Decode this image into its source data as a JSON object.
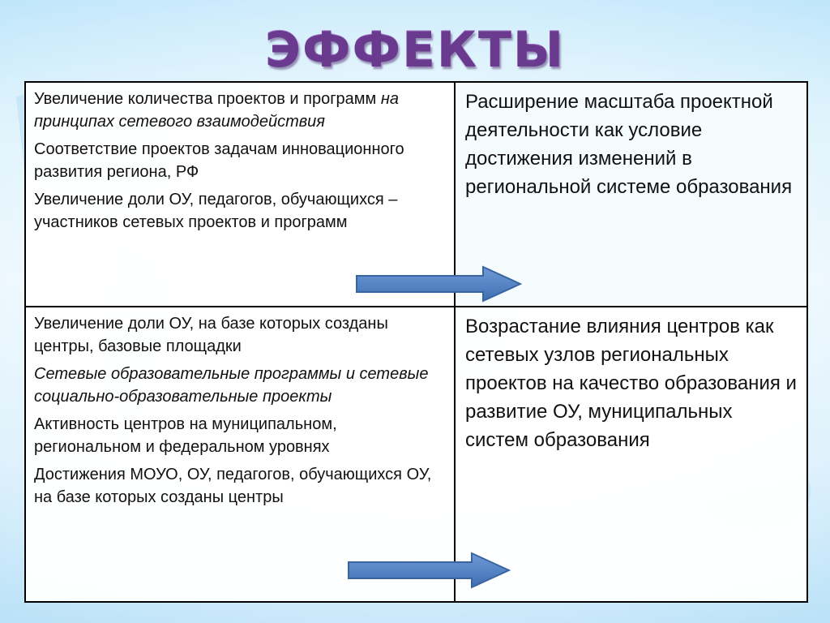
{
  "slide": {
    "title": "ЭФФЕКТЫ"
  },
  "rows": [
    {
      "items": [
        {
          "text": "Увеличение количества проектов и программ ",
          "italic": "на принципах сетевого взаимодействия"
        },
        {
          "text": "Соответствие проектов задачам инновационного развития региона, РФ"
        },
        {
          "text": "Увеличение доли ОУ, педагогов, обучающихся – участников сетевых проектов и программ"
        }
      ],
      "effect": "Расширение масштаба проектной деятельности как условие достижения изменений в региональной системе образования"
    },
    {
      "items": [
        {
          "text": "Увеличение доли ОУ, на базе которых созданы центры, базовые площадки"
        },
        {
          "text": "Сетевые образовательные программы и сетевые социально-образовательные проекты"
        },
        {
          "text": "Активность центров на муниципальном, региональном и федеральном уровнях"
        },
        {
          "text": "Достижения МОУО, ОУ, педагогов, обучающихся ОУ, на базе которых созданы центры"
        }
      ],
      "effect": "Возрастание влияния центров как сетевых узлов региональных проектов на качество образования и развитие ОУ, муниципальных систем образования"
    }
  ],
  "colors": {
    "title": "#6a3a8e",
    "arrow_fill": "#4f7fc0",
    "arrow_stroke": "#3a64a0"
  },
  "icons": {
    "arrow": "right-arrow-icon"
  }
}
